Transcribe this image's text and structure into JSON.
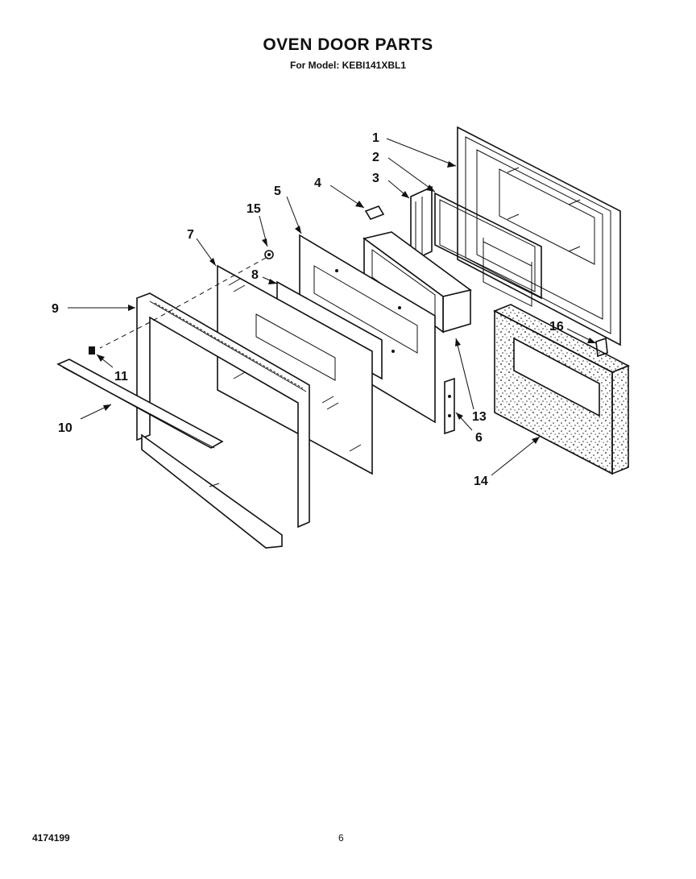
{
  "header": {
    "title": "OVEN DOOR PARTS",
    "subtitle": "For Model: KEBI141XBL1"
  },
  "footer": {
    "doc_number": "4174199",
    "page_number": "6"
  },
  "callouts": [
    {
      "id": "1",
      "label": "1"
    },
    {
      "id": "2",
      "label": "2"
    },
    {
      "id": "3",
      "label": "3"
    },
    {
      "id": "4",
      "label": "4"
    },
    {
      "id": "5",
      "label": "5"
    },
    {
      "id": "6",
      "label": "6"
    },
    {
      "id": "7",
      "label": "7"
    },
    {
      "id": "8",
      "label": "8"
    },
    {
      "id": "9",
      "label": "9"
    },
    {
      "id": "10",
      "label": "10"
    },
    {
      "id": "11",
      "label": "11"
    },
    {
      "id": "13",
      "label": "13"
    },
    {
      "id": "14",
      "label": "14"
    },
    {
      "id": "15",
      "label": "15"
    },
    {
      "id": "16",
      "label": "16"
    }
  ]
}
